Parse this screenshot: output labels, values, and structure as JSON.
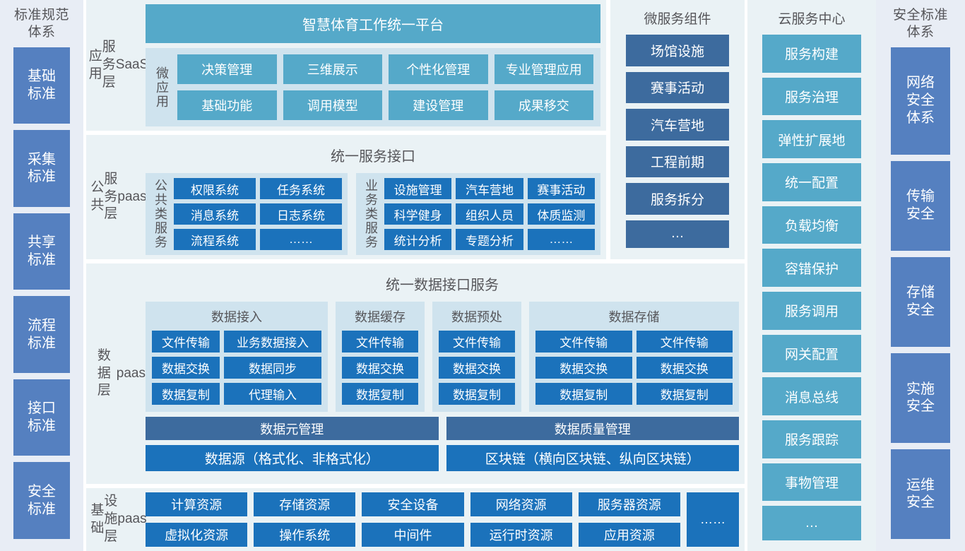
{
  "left_standards": {
    "title": "标准规范\n体系",
    "title_lines": [
      "标准规范",
      "体系"
    ],
    "items": [
      {
        "label": "基础\n标准"
      },
      {
        "label": "采集\n标准"
      },
      {
        "label": "共享\n标准"
      },
      {
        "label": "流程\n标准"
      },
      {
        "label": "接口\n标准"
      },
      {
        "label": "安全\n标准"
      }
    ]
  },
  "app_layer": {
    "label": "应用\n服务层\nSaaS",
    "platform_title": "智慧体育工作统一平台",
    "microapp_label": "微应用",
    "apps": [
      "决策管理",
      "三维展示",
      "个性化管理",
      "专业管理应用",
      "基础功能",
      "调用模型",
      "建设管理",
      "成果移交"
    ]
  },
  "paas_layer": {
    "label": "公共\n服务层\npaas",
    "interface_title": "统一服务接口",
    "public_group": {
      "vlabel": "公共类服务",
      "items": [
        "权限系统",
        "任务系统",
        "消息系统",
        "日志系统",
        "流程系统",
        "……"
      ]
    },
    "business_group": {
      "vlabel": "业务类服务",
      "items": [
        "设施管理",
        "汽车营地",
        "赛事活动",
        "科学健身",
        "组织人员",
        "体质监测",
        "统计分析",
        "专题分析",
        "……"
      ]
    }
  },
  "data_layer": {
    "label": "数据层\npaas",
    "interface_title": "统一数据接口服务",
    "panels": [
      {
        "title": "数据接入",
        "items": [
          "文件传输",
          "业务数据接入",
          "数据交换",
          "数据同步",
          "数据复制",
          "代理输入"
        ]
      },
      {
        "title": "数据缓存",
        "items": [
          "文件传输",
          "数据交换",
          "数据复制"
        ]
      },
      {
        "title": "数据预处",
        "items": [
          "文件传输",
          "数据交换",
          "数据复制"
        ]
      },
      {
        "title": "数据存储",
        "items": [
          "文件传输",
          "文件传输",
          "数据交换",
          "数据交换",
          "数据复制",
          "数据复制"
        ]
      }
    ],
    "management": [
      "数据元管理",
      "数据质量管理"
    ],
    "sources": [
      "数据源（格式化、非格式化）",
      "区块链（横向区块链、纵向区块链）"
    ]
  },
  "infra_layer": {
    "label": "基础\n设施层\npaas",
    "items": [
      "计算资源",
      "存储资源",
      "安全设备",
      "网络资源",
      "服务器资源",
      "虚拟化资源",
      "操作系统",
      "中间件",
      "运行时资源",
      "应用资源"
    ],
    "more": "……"
  },
  "microservices": {
    "title": "微服务组件",
    "items": [
      "场馆设施",
      "赛事活动",
      "汽车营地",
      "工程前期",
      "服务拆分",
      "…"
    ]
  },
  "cloud_center": {
    "title": "云服务中心",
    "items": [
      "服务构建",
      "服务治理",
      "弹性扩展地",
      "统一配置",
      "负载均衡",
      "容错保护",
      "服务调用",
      "网关配置",
      "消息总线",
      "服务跟踪",
      "事物管理",
      "…"
    ]
  },
  "right_security": {
    "title_lines": [
      "安全标准",
      "体系"
    ],
    "items": [
      {
        "label": "网络\n安全\n体系"
      },
      {
        "label": "传输\n安全"
      },
      {
        "label": "存储\n安全"
      },
      {
        "label": "实施\n安全"
      },
      {
        "label": "运维\n安全"
      }
    ]
  },
  "colors": {
    "teal": "#55a9c9",
    "blue": "#1b72bb",
    "slate": "#3d6b9e",
    "sidebar_blue": "#5580c0",
    "panel_light": "#eaf2f5",
    "panel_soft": "#cfe3ee",
    "text_gray": "#56565a"
  }
}
